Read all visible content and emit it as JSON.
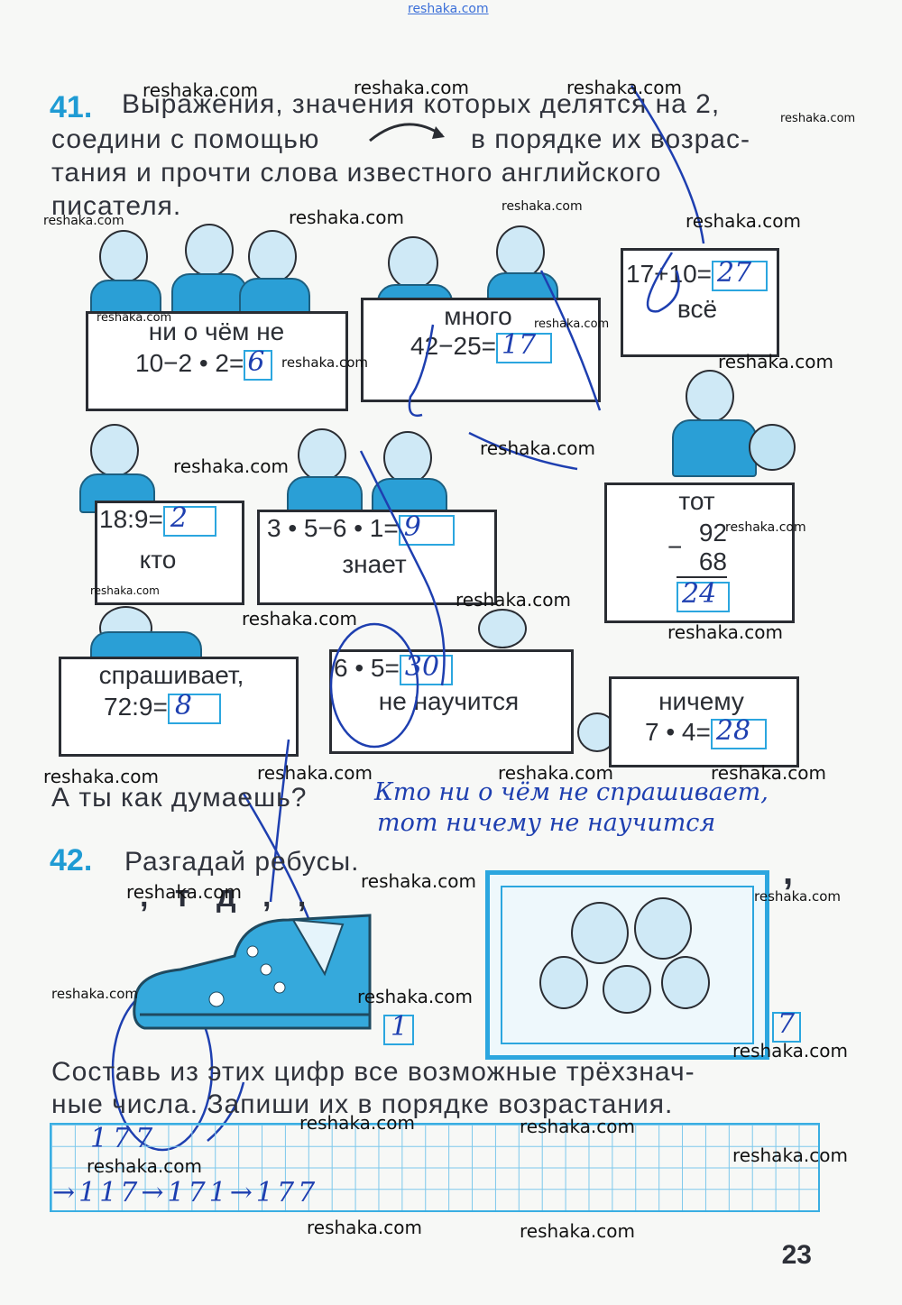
{
  "watermark_top": "reshaka.com",
  "watermark_text": "reshaka.com",
  "task41": {
    "number": "41.",
    "text_line1": "Выражения, значения которых делятся на 2,",
    "text_line2_a": "соедини с помощью",
    "text_line2_b": "в порядке их возрас-",
    "text_line3": "тания и прочти слова известного английского",
    "text_line4": "писателя.",
    "cards": [
      {
        "word": "ни о чём не",
        "expr": "10−2 • 2=",
        "answer": "6"
      },
      {
        "word": "много",
        "expr": "42−25=",
        "answer": "17"
      },
      {
        "word": "всё",
        "expr": "17+10=",
        "answer": "27"
      },
      {
        "word": "кто",
        "expr": "18:9=",
        "answer": "2"
      },
      {
        "word": "знает",
        "expr": "3 • 5−6 • 1=",
        "answer": "9"
      },
      {
        "word": "тот",
        "expr_top": "92",
        "expr_bottom": "68",
        "expr_op": "−",
        "answer": "24"
      },
      {
        "word": "спрашивает,",
        "expr": "72:9=",
        "answer": "8"
      },
      {
        "word": "не научится",
        "expr": "6 • 5=",
        "answer": "30"
      },
      {
        "word": "ничему",
        "expr": "7 • 4=",
        "answer": "28"
      }
    ],
    "question": "А ты как думаешь?",
    "handwritten_line1": "Кто ни о чём не спрашивает,",
    "handwritten_line2": "тот ничему не научится"
  },
  "task42": {
    "number": "42.",
    "title": "Разгадай ребусы.",
    "rebus1_marks": ",  т  д  , ,",
    "rebus1_answer": "1",
    "rebus2_mark": ",",
    "rebus2_answer": "7",
    "instruction_line1": "Составь из этих цифр все возможные трёхзнач-",
    "instruction_line2": "ные числа. Запиши их в порядке возрастания.",
    "handwritten_row1": "177",
    "handwritten_row2": "→117→171→177"
  },
  "page_number": "23",
  "colors": {
    "accent_blue": "#1f9bd4",
    "ink_blue": "#1e3fb0"
  }
}
